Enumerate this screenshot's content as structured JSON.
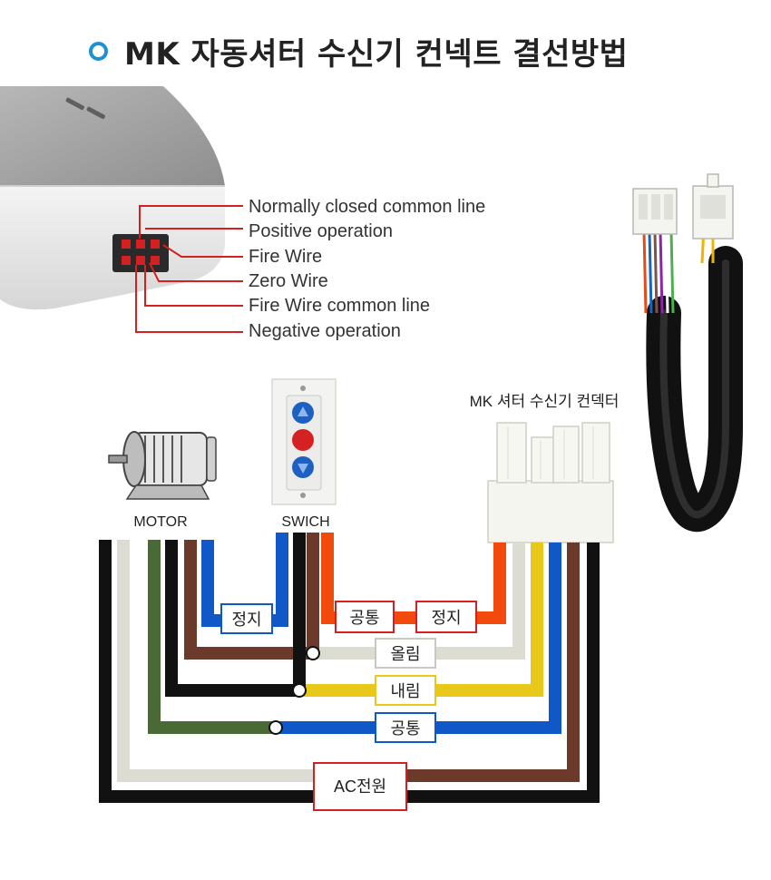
{
  "title": "MK 자동셔터 수신기 컨넥트 결선방법",
  "pin_callouts": [
    "Normally closed common line",
    "Positive operation",
    "Fire Wire",
    "Zero Wire",
    "Fire Wire common line",
    "Negative operation"
  ],
  "labels": {
    "connector": "MK 셔터 수신기 컨덱터",
    "motor": "MOTOR",
    "switch": "SWICH"
  },
  "wire_labels": {
    "stop_left": "정지",
    "common_top": "공통",
    "stop_right": "정지",
    "up": "올림",
    "down": "내림",
    "common_bottom": "공통",
    "ac_power": "AC전원"
  },
  "colors": {
    "red_callout": "#d42020",
    "orange_wire": "#f24a0c",
    "blue_wire": "#1057c8",
    "brown_wire": "#6b3a2a",
    "green_wire": "#4a6a35",
    "black_wire": "#111111",
    "gray_wire": "#dcdcd2",
    "yellow_wire": "#e8c81a"
  }
}
